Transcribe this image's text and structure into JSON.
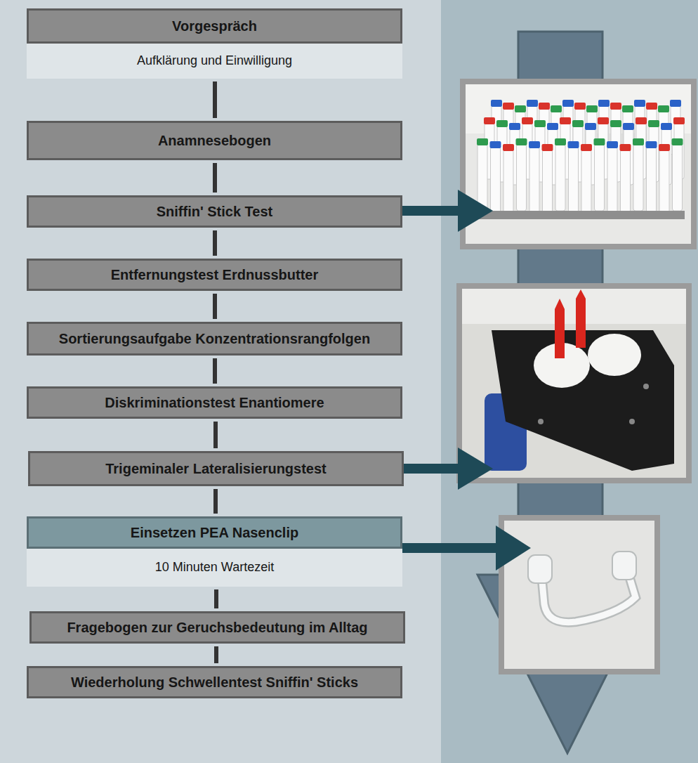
{
  "diagram": {
    "nodes": [
      {
        "text": [
          "Vorgespräch"
        ]
      },
      {
        "text": [
          "Aufklärung und Einwilligung"
        ]
      },
      {
        "text": [
          "Anamnesebogen"
        ]
      },
      {
        "text": [
          "Sniffin' Stick Test"
        ]
      },
      {
        "text": [
          "Entfernungstest Erdnussbutter"
        ]
      },
      {
        "text": [
          "Sortierungsaufgabe Konzentrationsrangfolgen"
        ]
      },
      {
        "text": [
          "Diskriminationstest Enantiomere"
        ]
      },
      {
        "text": [
          "Trigeminaler Lateralisierungstest"
        ]
      },
      {
        "text": [
          "Einsetzen PEA Nasenclip"
        ]
      },
      {
        "text": [
          "10 Minuten Wartezeit"
        ]
      },
      {
        "text": [
          "Fragebogen zur Geruchsbedeutung im Alltag"
        ]
      },
      {
        "text": [
          "Wiederholung Schwellentest Sniffin' Sticks"
        ]
      }
    ],
    "edges": [
      {
        "from": 1,
        "to": 2,
        "arrow": "none"
      },
      {
        "from": 2,
        "to": 3,
        "arrow": "none"
      },
      {
        "from": 3,
        "to": 4,
        "arrow": "none"
      },
      {
        "from": 4,
        "to": 5,
        "arrow": "none"
      },
      {
        "from": 5,
        "to": 6,
        "arrow": "none"
      },
      {
        "from": 6,
        "to": 7,
        "arrow": "none"
      },
      {
        "from": 7,
        "to": 8,
        "arrow": "none"
      },
      {
        "from": 9,
        "to": 10,
        "arrow": "none"
      },
      {
        "from": 10,
        "to": 11,
        "arrow": "none"
      }
    ]
  }
}
